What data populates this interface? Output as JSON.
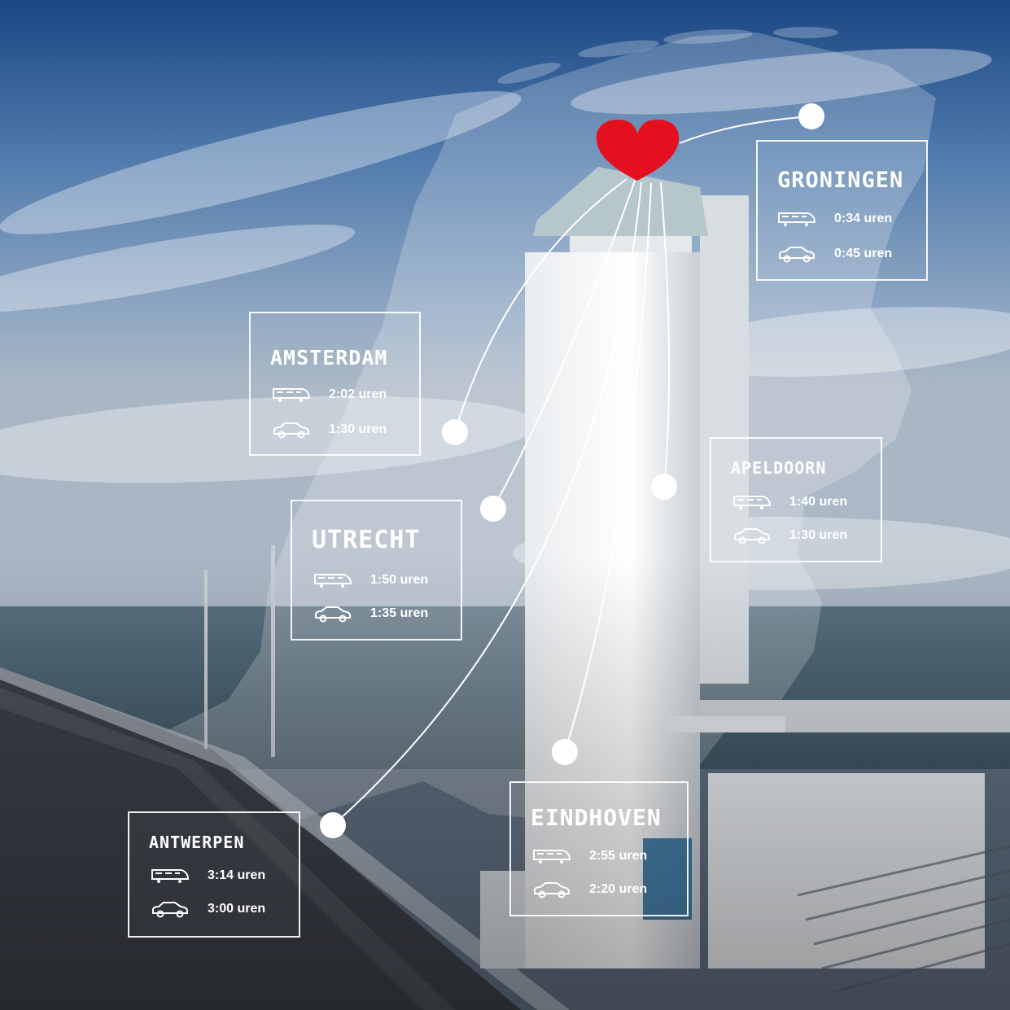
{
  "colors": {
    "heart": "#e5101f",
    "line": "#ffffff",
    "sky_top": "#1d4a86",
    "sea": "#4d6677"
  },
  "icons": {
    "train": "train-icon",
    "car": "car-icon",
    "heart": "heart-logo-icon"
  },
  "cities": [
    {
      "key": "groningen",
      "name": "GRONINGEN",
      "train": "0:34 uren",
      "car": "0:45 uren"
    },
    {
      "key": "amsterdam",
      "name": "AMSTERDAM",
      "train": "2:02 uren",
      "car": "1:30 uren"
    },
    {
      "key": "apeldoorn",
      "name": "APELDOORN",
      "train": "1:40 uren",
      "car": "1:30 uren"
    },
    {
      "key": "utrecht",
      "name": "UTRECHT",
      "train": "1:50 uren",
      "car": "1:35 uren"
    },
    {
      "key": "eindhoven",
      "name": "EINDHOVEN",
      "train": "2:55 uren",
      "car": "2:20 uren"
    },
    {
      "key": "antwerpen",
      "name": "ANTWERPEN",
      "train": "3:14 uren",
      "car": "3:00 uren"
    }
  ]
}
